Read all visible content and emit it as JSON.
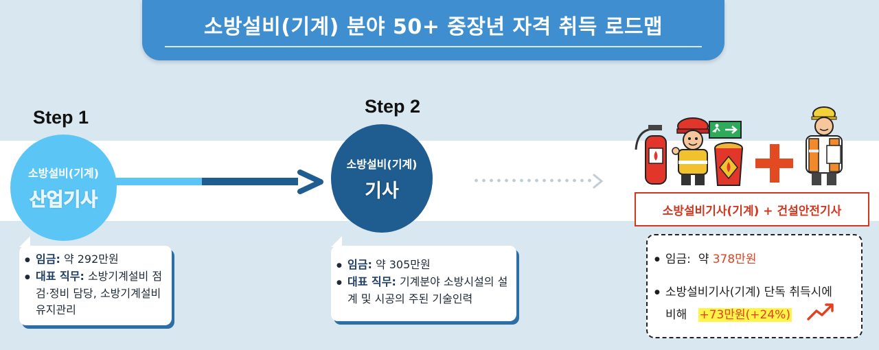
{
  "title": "소방설비(기계) 분야 50+ 중장년 자격 취득 로드맵",
  "step1": {
    "label": "Step 1",
    "circle_sub": "소방설비(기계)",
    "circle_main": "산업기사",
    "wage_label": "임금:",
    "wage_value": "약 292만원",
    "duty_label": "대표 직무:",
    "duty_value": "소방기계설비 점검·정비 담당, 소방기계설비 유지관리"
  },
  "step2": {
    "label": "Step 2",
    "circle_sub": "소방설비(기계)",
    "circle_main": "기사",
    "wage_label": "임금:",
    "wage_value": "약 305만원",
    "duty_label": "대표 직무:",
    "duty_value": "기계분야 소방시설의 설계 및 시공의 주된 기술인력"
  },
  "step3": {
    "combo_label": "소방설비기사(기계) + 건설안전기사",
    "wage_label": "임금:",
    "wage_prefix": "약",
    "wage_value": "378만원",
    "compare_text_1": "소방설비기사(기계) 단독 취득시에",
    "compare_text_2": "비해",
    "increase": "+73만원(+24%)"
  },
  "colors": {
    "title_bg": "#3f8fd0",
    "light_blue": "#5bc6f6",
    "dark_blue": "#1f5c8f",
    "accent_red": "#e2401f",
    "highlight": "#fff447"
  },
  "icons": [
    "fire-extinguisher-icon",
    "firefighter-icon",
    "exit-sign-icon",
    "fire-bucket-icon",
    "plus-icon",
    "safety-engineer-icon",
    "trend-up-icon"
  ]
}
